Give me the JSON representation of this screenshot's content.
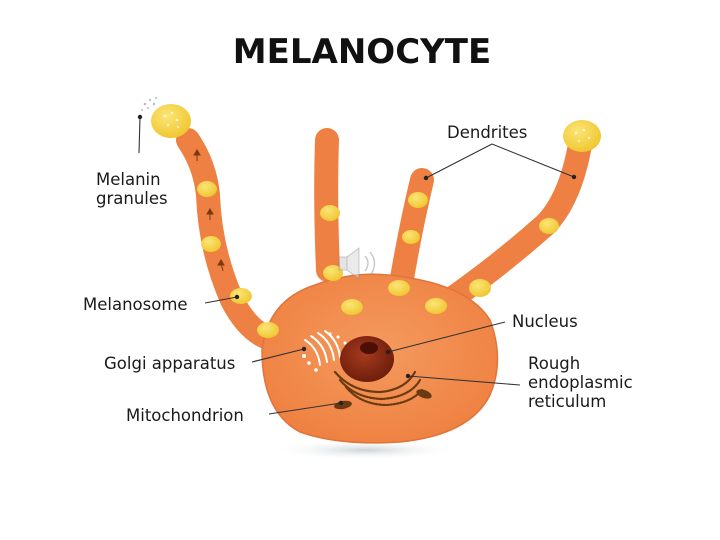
{
  "title": "MELANOCYTE",
  "labels": {
    "dendrites": "Dendrites",
    "melanin_line1": "Melanin",
    "melanin_line2": "granules",
    "melanosome": "Melanosome",
    "golgi": "Golgi apparatus",
    "mitochondrion": "Mitochondrion",
    "nucleus": "Nucleus",
    "rer_line1": "Rough",
    "rer_line2": "endoplasmic",
    "rer_line3": "reticulum"
  },
  "colors": {
    "cell_body": "#F08A4B",
    "cell_outline": "#E0753A",
    "granule": "#F6D23E",
    "nucleus": "#8E2A14",
    "organelle": "#6B3A10"
  },
  "icons": {
    "overlay": "speaker-icon"
  }
}
